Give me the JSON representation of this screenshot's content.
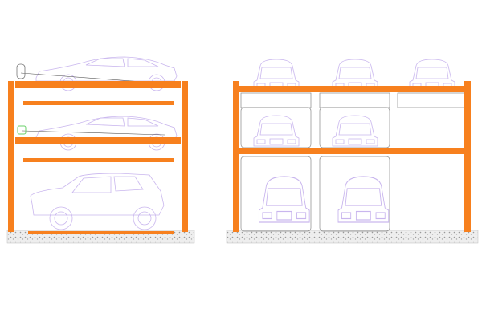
{
  "colors": {
    "steel": "#f7801e",
    "car_outline": "#c9b6ee",
    "ground": "#d9d9d9",
    "guide_line": "#555555",
    "sensor": "#6ad06a"
  },
  "side_view": {
    "levels": 3,
    "sedans": 2,
    "suv": 1
  },
  "front_view": {
    "upper_row_cars": 3,
    "middle_row_cars": 2,
    "lower_row_cars": 2
  }
}
